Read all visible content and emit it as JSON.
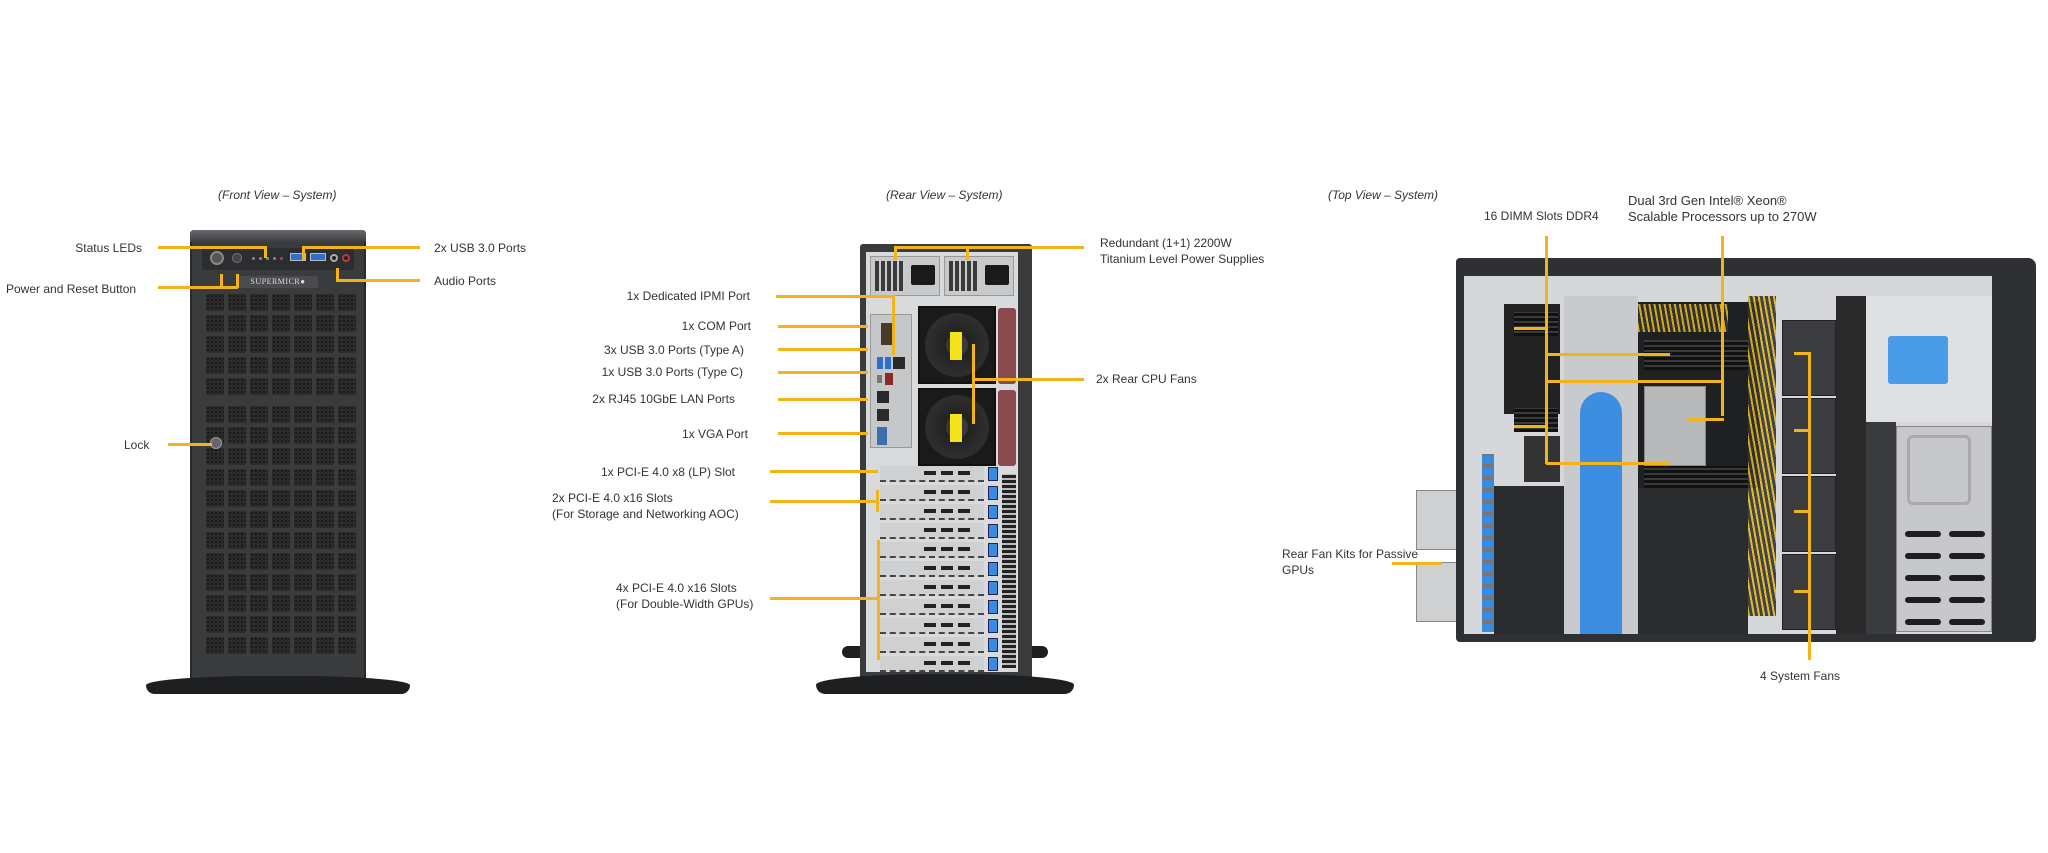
{
  "views": {
    "front": {
      "caption": "(Front View – System)",
      "brand": "SUPERMICR●",
      "labels": {
        "status_leds": "Status LEDs",
        "power_reset": "Power and Reset Button",
        "usb": "2x USB 3.0 Ports",
        "audio": "Audio Ports",
        "lock": "Lock"
      }
    },
    "rear": {
      "caption": "(Rear View – System)",
      "labels": {
        "psu_line1": "Redundant (1+1) 2200W",
        "psu_line2": "Titanium Level Power Supplies",
        "ipmi": "1x Dedicated IPMI Port",
        "com": "1x COM Port",
        "usb_a": "3x USB 3.0 Ports (Type A)",
        "usb_c": "1x USB 3.0 Ports (Type C)",
        "lan": "2x RJ45 10GbE LAN Ports",
        "vga": "1x VGA Port",
        "rear_fans": "2x Rear CPU Fans",
        "pcie_lp": "1x PCI-E 4.0 x8 (LP) Slot",
        "pcie_aoc_line1": "2x PCI-E 4.0 x16 Slots",
        "pcie_aoc_line2": "(For Storage and Networking  AOC)",
        "pcie_gpu_line1": "4x PCI-E 4.0 x16 Slots",
        "pcie_gpu_line2": "(For Double-Width GPUs)"
      },
      "pci_slot_count": 11
    },
    "top": {
      "caption": "(Top View – System)",
      "labels": {
        "dimm": "16 DIMM Slots DDR4",
        "cpu_line1": "Dual 3rd Gen Intel®  Xeon®",
        "cpu_line2": "Scalable Processors up to 270W",
        "fan_kit_line1": "Rear Fan Kits for Passive",
        "fan_kit_line2": "GPUs",
        "system_fans": "4 System Fans"
      }
    }
  },
  "colors": {
    "callout": "#f2b418",
    "chassis": "#3a3b3d",
    "accent_blue": "#3c8fe0",
    "text": "#333333"
  }
}
